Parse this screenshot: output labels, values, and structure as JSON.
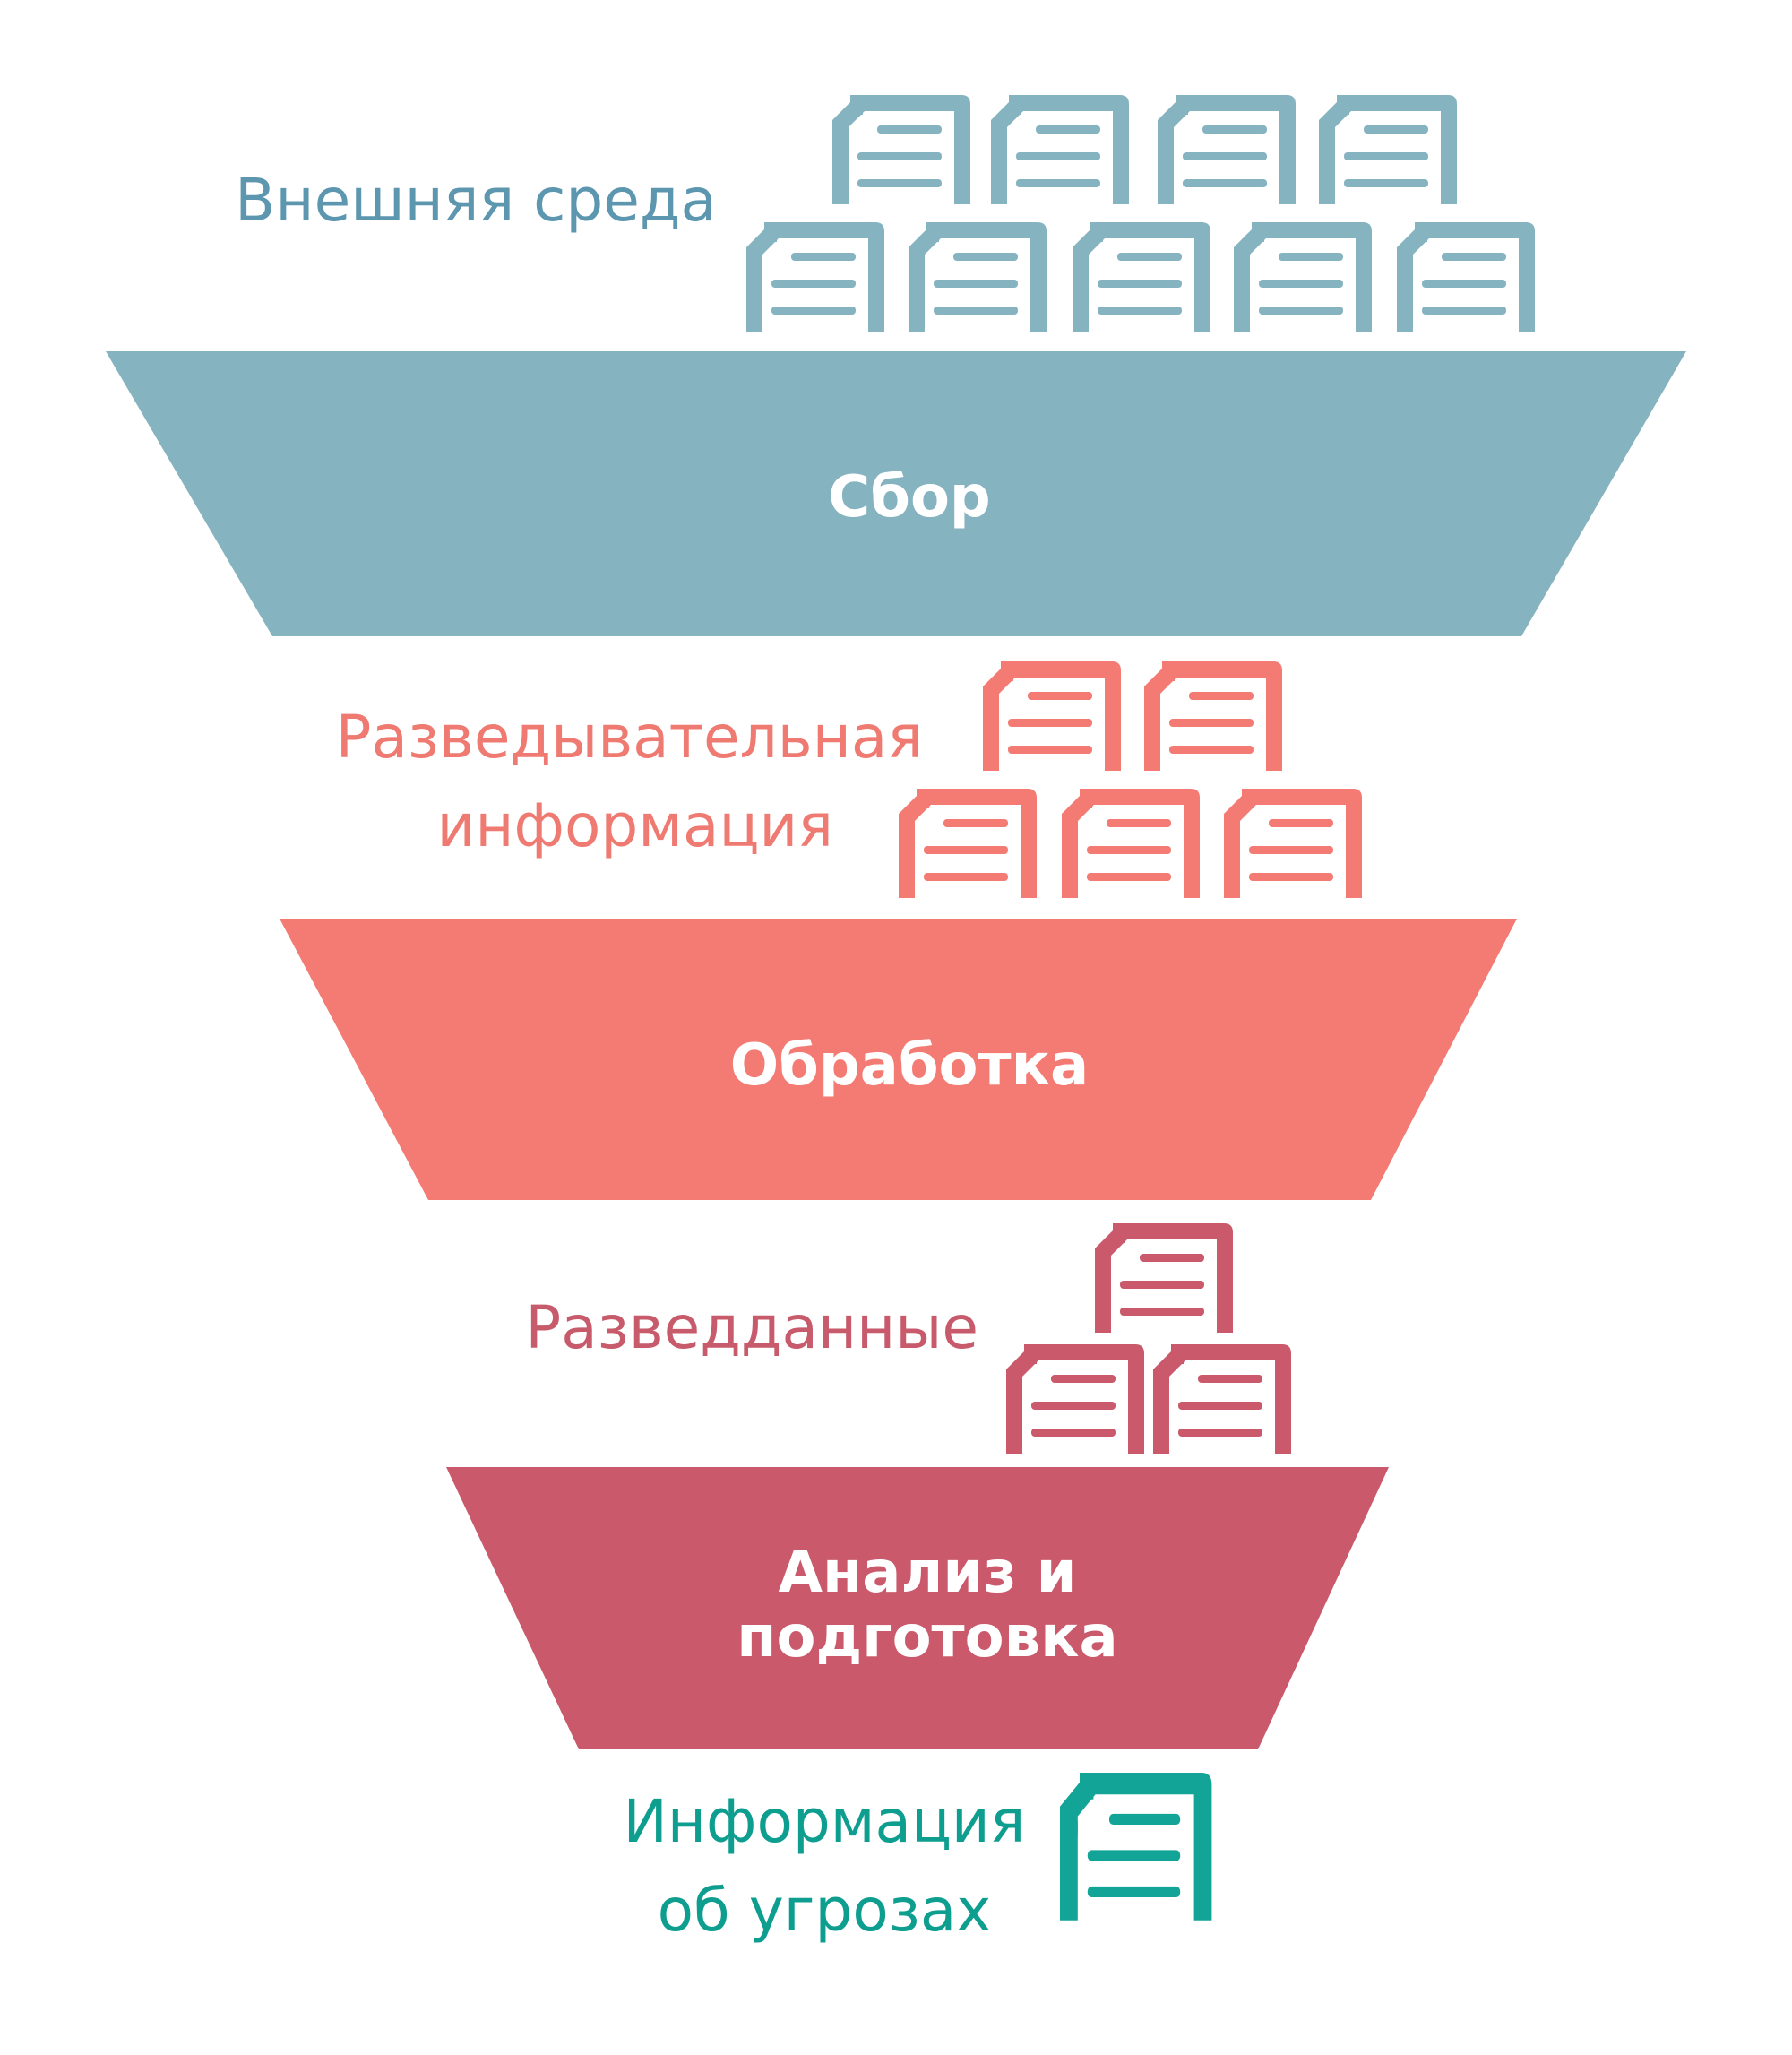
{
  "colors": {
    "collection": "#85B3C0",
    "processing": "#F47B73",
    "analysis": "#C9596B",
    "result": "#12A497",
    "external_text": "#5C97AF",
    "intel_text": "#EF7A72",
    "intel_data_text": "#C75A6B",
    "threat_text": "#0E9E90"
  },
  "icons": {
    "document": "document-icon"
  },
  "layers": {
    "external_environment": {
      "label": "Внешняя среда"
    },
    "collection": {
      "label": "Сбор"
    },
    "intelligence_information": {
      "label_line1": "Разведывательная",
      "label_line2": "информация"
    },
    "processing": {
      "label": "Обработка"
    },
    "intelligence_data": {
      "label": "Разведданные"
    },
    "analysis": {
      "label_line1": "Анализ и",
      "label_line2": "подготовка"
    },
    "threat_information": {
      "label_line1": "Информация",
      "label_line2": "об угрозах"
    }
  }
}
